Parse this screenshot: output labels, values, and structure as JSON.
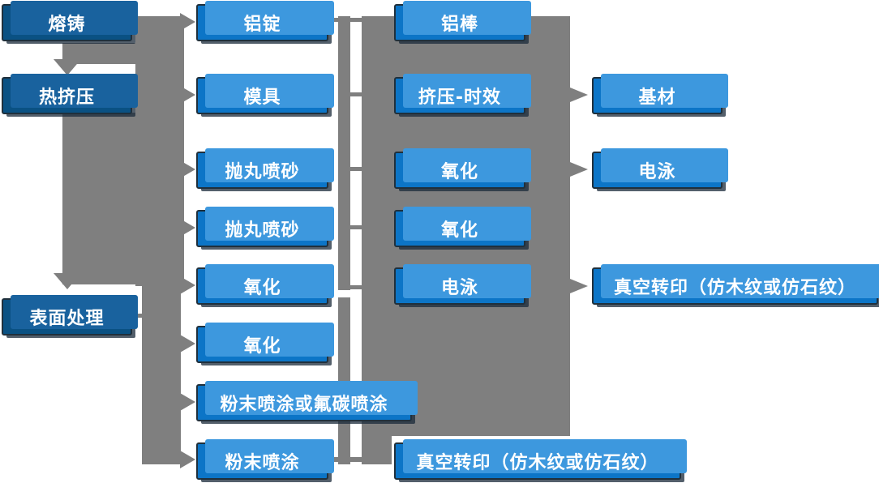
{
  "diagram_type": "process-flowchart",
  "colors": {
    "stage_box": "#0a5183",
    "process_box": "#0c75c7",
    "stage_highlight": "#19629e",
    "process_highlight": "#3d98de",
    "connector_gray": "#7f7f7f",
    "box_border": "#20303c",
    "text": "#ffffff",
    "background": "#ffffff"
  },
  "nodes": {
    "stage": [
      "熔铸",
      "热挤压",
      "表面处理"
    ],
    "col2": [
      "铝锭",
      "模具",
      "抛丸喷砂",
      "抛丸喷砂",
      "氧化",
      "氧化",
      "粉末喷涂或氟碳喷涂",
      "粉末喷涂"
    ],
    "col3": [
      "铝棒",
      "挤压-时效",
      "氧化",
      "氧化",
      "电泳",
      "真空转印（仿木纹或仿石纹）"
    ],
    "col4": [
      "基材",
      "电泳",
      "真空转印（仿木纹或仿石纹）"
    ]
  },
  "connectors": {
    "stage_down_arrows": [
      {
        "from": "熔铸",
        "to": "热挤压"
      },
      {
        "from": "热挤压",
        "to": "表面处理"
      }
    ],
    "left_band_targets": [
      "铝锭",
      "模具",
      "抛丸喷砂",
      "抛丸喷砂",
      "氧化"
    ],
    "surface_treatment_targets": [
      "氧化",
      "粉末喷涂或氟碳喷涂",
      "粉末喷涂"
    ],
    "middle_bar_links": [
      "铝锭–铝棒",
      "模具–挤压-时效",
      "抛丸喷砂–氧化",
      "抛丸喷砂–氧化",
      "氧化–电泳",
      "粉末喷涂–真空转印（仿木纹或仿石纹）"
    ],
    "block_right_arrows": [
      {
        "from": "挤压-时效",
        "to": "基材"
      },
      {
        "from": "氧化",
        "to": "电泳"
      },
      {
        "from": "电泳",
        "to": "真空转印（仿木纹或仿石纹）"
      }
    ]
  }
}
